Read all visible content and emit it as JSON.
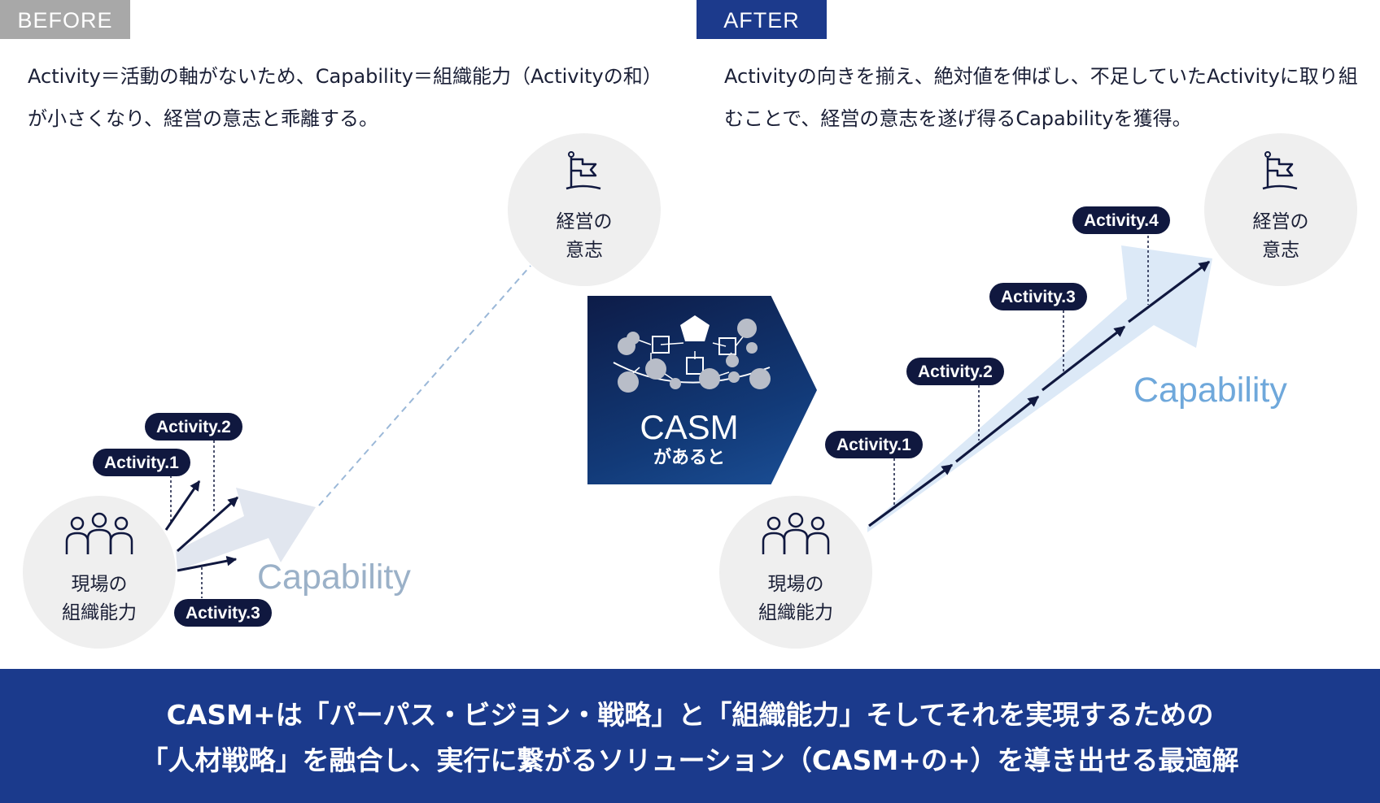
{
  "before": {
    "tag": "BEFORE",
    "desc_line1": "Activity＝活動の軸がないため、Capability＝組織能力（Activityの和）",
    "desc_line2": "が小さくなり、経営の意志と乖離する。",
    "goal_line1": "経営の",
    "goal_line2": "意志",
    "team_line1": "現場の",
    "team_line2": "組織能力",
    "activities": [
      "Activity.1",
      "Activity.2",
      "Activity.3"
    ],
    "capability": "Capability"
  },
  "after": {
    "tag": "AFTER",
    "desc_line1": "Activityの向きを揃え、絶対値を伸ばし、不足していたActivityに取り組",
    "desc_line2": "むことで、経営の意志を遂げ得るCapabilityを獲得。",
    "goal_line1": "経営の",
    "goal_line2": "意志",
    "team_line1": "現場の",
    "team_line2": "組織能力",
    "activities": [
      "Activity.1",
      "Activity.2",
      "Activity.3",
      "Activity.4"
    ],
    "capability": "Capability"
  },
  "casm": {
    "title": "CASM",
    "subtitle": "があると"
  },
  "banner": {
    "line1": "CASM+は「パーパス・ビジョン・戦略」と「組織能力」そしてそれを実現するための",
    "line2": "「人材戦略」を融合し、実行に繋がるソリューション（CASM+の+）を導き出せる最適解"
  },
  "icons": {
    "goal": "flag-icon",
    "team": "people-group-icon",
    "network": "network-icon"
  },
  "colors": {
    "before_tag": "#a8a8a8",
    "after_tag": "#1c3a8c",
    "pill": "#10183f",
    "banner": "#1b3a8c",
    "capability_before": "#9bb1c8",
    "capability_after": "#6fa8db"
  }
}
